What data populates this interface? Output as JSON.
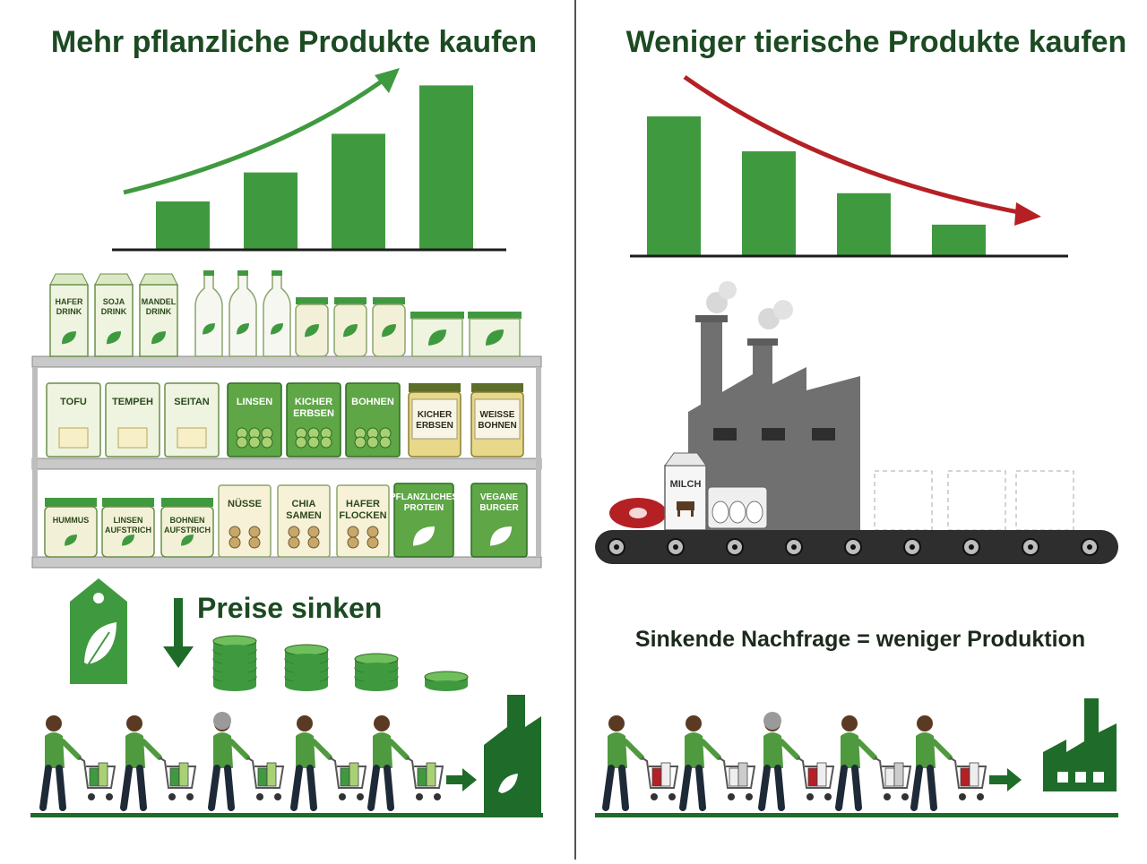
{
  "left": {
    "title": "Mehr pflanzliche Produkte kaufen",
    "chart_data": {
      "type": "bar",
      "values": [
        1,
        1.6,
        2.4,
        3.4
      ],
      "trend": "up",
      "title": "",
      "xlabel": "",
      "ylabel": ""
    },
    "shelf": {
      "top": [
        "HAFER|DRINK",
        "SOJA|DRINK",
        "MANDEL|DRINK"
      ],
      "middle": [
        "TOFU",
        "TEMPEH",
        "SEITAN",
        "LINSEN",
        "KICHER|ERBSEN",
        "BOHNEN",
        "KICHER|ERBSEN",
        "WEISSE|BOHNEN"
      ],
      "bottom": [
        "HUMMUS",
        "LINSEN|AUFSTRICH",
        "BOHNEN|AUFSTRICH",
        "NÜSSE",
        "CHIA|SAMEN",
        "HAFER|FLOCKEN",
        "PFLANZLICHES|PROTEIN",
        "VEGANE|BURGER"
      ]
    },
    "price_text": "Preise sinken"
  },
  "right": {
    "title": "Weniger tierische Produkte kaufen",
    "chart_data": {
      "type": "bar",
      "values": [
        4,
        3,
        1.8,
        0.9
      ],
      "trend": "down",
      "title": "",
      "xlabel": "",
      "ylabel": ""
    },
    "milk_label": "MILCH",
    "demand_text": "Sinkende Nachfrage = weniger Produktion"
  },
  "colors": {
    "green": "#3f9a3f",
    "dark_green": "#1f6b2a",
    "light_green": "#e6f1d8",
    "red": "#b52025",
    "gray": "#707070"
  }
}
